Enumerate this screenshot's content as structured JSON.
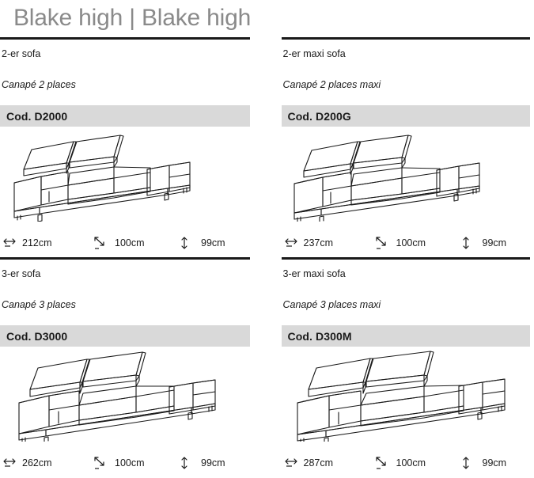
{
  "page": {
    "title": "Blake high | Blake high",
    "title_color": "#8a8a8a",
    "rule_color": "#1a1a1a",
    "code_band_color": "#d9d9d9"
  },
  "icons": {
    "width_icon": "horizontal-double-arrow",
    "depth_icon": "diagonal-double-arrow",
    "height_icon": "vertical-double-arrow"
  },
  "products": [
    {
      "name_de": "2-er sofa",
      "name_fr": "Canapé 2 places",
      "code": "Cod. D2000",
      "drawing": "sofa-2-seater-line-drawing",
      "dimensions": {
        "width": "212cm",
        "depth": "100cm",
        "height": "99cm"
      }
    },
    {
      "name_de": "2-er maxi sofa",
      "name_fr": "Canapé 2 places maxi",
      "code": "Cod. D200G",
      "drawing": "sofa-2-seater-maxi-line-drawing",
      "dimensions": {
        "width": "237cm",
        "depth": "100cm",
        "height": "99cm"
      }
    },
    {
      "name_de": "3-er sofa",
      "name_fr": "Canapé 3 places",
      "code": "Cod. D3000",
      "drawing": "sofa-3-seater-line-drawing",
      "dimensions": {
        "width": "262cm",
        "depth": "100cm",
        "height": "99cm"
      }
    },
    {
      "name_de": "3-er maxi sofa",
      "name_fr": "Canapé 3 places maxi",
      "code": "Cod. D300M",
      "drawing": "sofa-3-seater-maxi-line-drawing",
      "dimensions": {
        "width": "287cm",
        "depth": "100cm",
        "height": "99cm"
      }
    }
  ]
}
